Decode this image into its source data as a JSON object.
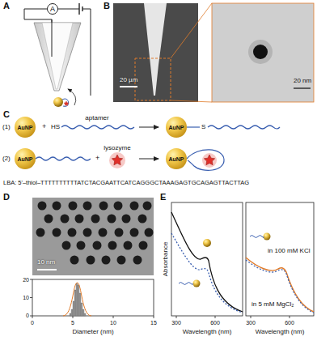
{
  "diagram": {
    "nodes": [
      {
        "text": [
          "A"
        ]
      },
      {
        "text": [
          "AuNP"
        ]
      },
      {
        "text": [
          "AuNP"
        ]
      },
      {
        "text": [
          "AuNP"
        ]
      },
      {
        "text": [
          "AuNP"
        ]
      }
    ],
    "labels": [
      "A",
      "B",
      "C",
      "D",
      "E",
      "20 µm",
      "20 nm",
      "(1)",
      "aptamer",
      "HS",
      "S",
      "(2)",
      "lysozyme",
      "+",
      "+",
      "LBA: 5'–thiol–TTTTTTTTTTATCTACGAATTCATCAGGGCTAAAGAGTGCAGAGTTACTTAG",
      "10 nm",
      "20",
      "10",
      "0",
      "0",
      "5",
      "10",
      "15",
      "Diameter (nm)",
      "Absorbance",
      "300",
      "600",
      "Wavelength (nm)",
      "300",
      "600",
      "Wavelength (nm)",
      "in 100 mM KCl",
      "in 5 mM MgCl₂"
    ]
  }
}
